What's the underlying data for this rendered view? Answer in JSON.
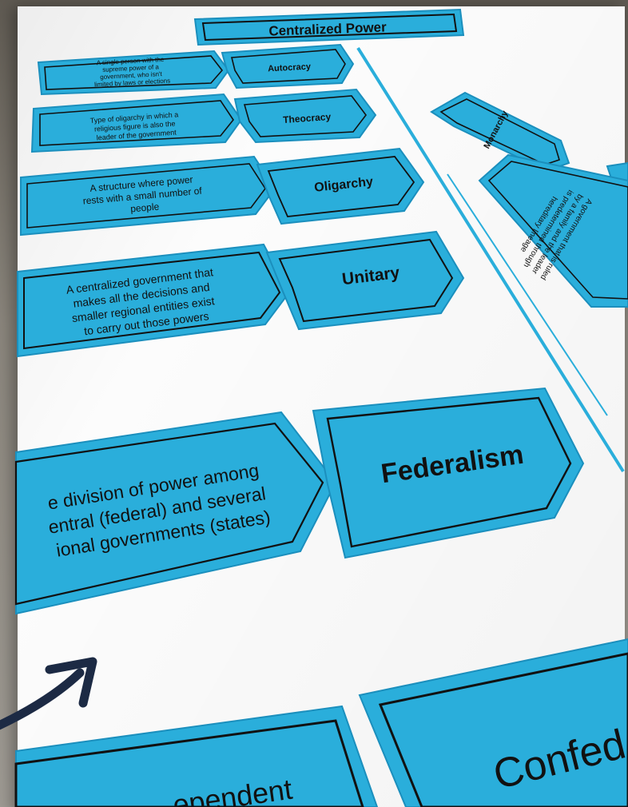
{
  "header": {
    "title": "Centralized Power"
  },
  "rows": [
    {
      "definition": [
        "A single person with the",
        "supreme power of a",
        "government, who isn't",
        "limited by laws or elections"
      ],
      "term": "Autocracy"
    },
    {
      "definition": [
        "Type of oligarchy in which a",
        "religious figure is also the",
        "leader of the government"
      ],
      "term": "Theocracy"
    },
    {
      "definition": [
        "A structure where power",
        "rests with a small number of",
        "people"
      ],
      "term": "Oligarchy"
    },
    {
      "definition": [
        "A centralized government that",
        "makes all the decisions and",
        "smaller regional entities exist",
        "to carry out those powers"
      ],
      "term": "Unitary"
    },
    {
      "definition": [
        "e division of power among",
        "entral (federal) and several",
        "ional governments (states)"
      ],
      "term": "Federalism"
    }
  ],
  "side": {
    "term": "Monarchy",
    "definition": [
      "A government that is ruled",
      "by a family and the leader",
      "is predetermined through",
      "hereditary lineage"
    ]
  },
  "bottom": {
    "left_term": "ependent",
    "right_term": "Confed"
  },
  "colors": {
    "card": "#2aaedb",
    "card_edge": "#1b8fbd",
    "border": "#111111",
    "board": "#fcfcfc",
    "arrow": "#1c2a44"
  },
  "icons": {
    "arrow": "curved-arrow-icon"
  }
}
